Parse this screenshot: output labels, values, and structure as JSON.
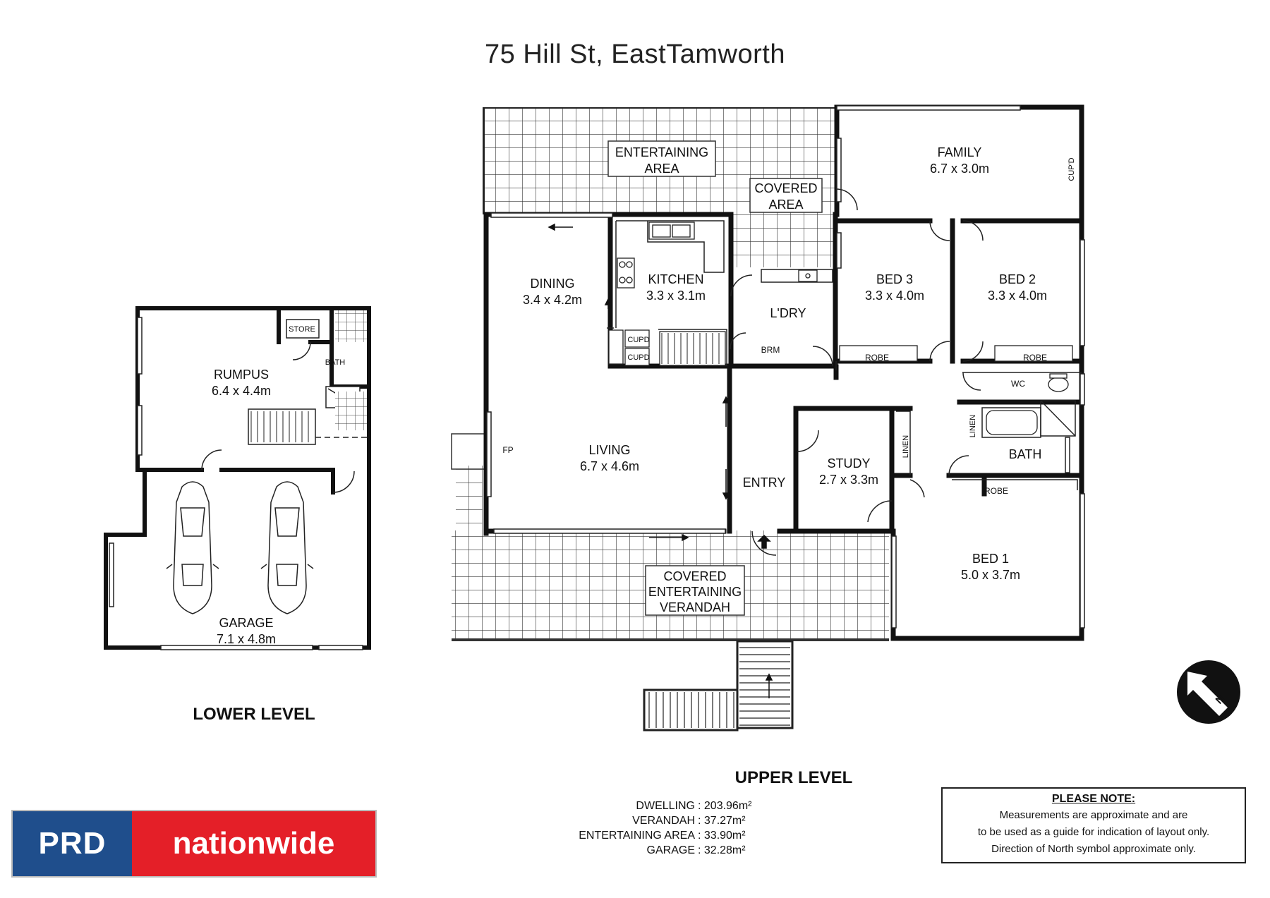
{
  "title": "75 Hill St, EastTamworth",
  "levels": {
    "lower": "LOWER LEVEL",
    "upper": "UPPER LEVEL"
  },
  "rooms": {
    "entertaining_area": [
      "ENTERTAINING",
      "AREA"
    ],
    "covered_area": [
      "COVERED",
      "AREA"
    ],
    "family": {
      "name": "FAMILY",
      "size": "6.7 x 3.0m"
    },
    "dining": {
      "name": "DINING",
      "size": "3.4 x 4.2m"
    },
    "kitchen": {
      "name": "KITCHEN",
      "size": "3.3 x 3.1m"
    },
    "laundry": "L'DRY",
    "bed3": {
      "name": "BED 3",
      "size": "3.3 x 4.0m"
    },
    "bed2": {
      "name": "BED 2",
      "size": "3.3 x 4.0m"
    },
    "living": {
      "name": "LIVING",
      "size": "6.7 x 4.6m"
    },
    "entry": "ENTRY",
    "study": {
      "name": "STUDY",
      "size": "2.7 x 3.3m"
    },
    "bed1": {
      "name": "BED 1",
      "size": "5.0 x 3.7m"
    },
    "bath": "BATH",
    "verandah": [
      "COVERED",
      "ENTERTAINING",
      "VERANDAH"
    ],
    "rumpus": {
      "name": "RUMPUS",
      "size": "6.4 x 4.4m"
    },
    "garage": {
      "name": "GARAGE",
      "size": "7.1 x 4.8m"
    }
  },
  "fixtures": {
    "cupd": "CUPD",
    "cupd_vertical": "CUP'D",
    "robe": "ROBE",
    "wc": "WC",
    "linen": "LINEN",
    "brm": "BRM",
    "fp": "FP",
    "store": "STORE",
    "lower_bath": "BATH",
    "north": "N"
  },
  "areas": [
    {
      "label": "DWELLING",
      "value": ": 203.96m²"
    },
    {
      "label": "VERANDAH",
      "value": ": 37.27m²"
    },
    {
      "label": "ENTERTAINING AREA",
      "value": ": 33.90m²"
    },
    {
      "label": "GARAGE",
      "value": ": 32.28m²"
    }
  ],
  "note": {
    "title": "PLEASE NOTE:",
    "lines": [
      "Measurements are approximate and are",
      "to be used as a guide for indication of layout only.",
      "Direction of North symbol approximate only."
    ]
  },
  "logo": {
    "left": "PRD",
    "right": "nationwide"
  },
  "colors": {
    "brand_blue": "#1f4e8c",
    "brand_red": "#e41f28",
    "wall": "#111111"
  }
}
